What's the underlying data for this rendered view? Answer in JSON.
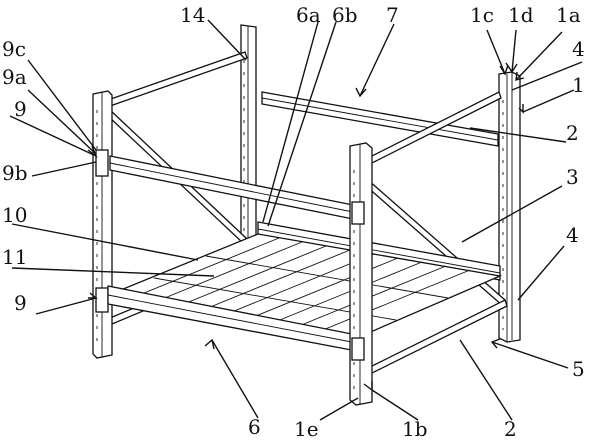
{
  "labels": {
    "l14": "14",
    "l6a": "6a",
    "l6b": "6b",
    "l7": "7",
    "l1c": "1c",
    "l1d": "1d",
    "l1a": "1a",
    "l4a": "4",
    "l1": "1",
    "l2a": "2",
    "l3": "3",
    "l4b": "4",
    "l5": "5",
    "l2b": "2",
    "l1b": "1b",
    "l1e": "1e",
    "l6": "6",
    "l9c": "9c",
    "l9a": "9a",
    "l9a_top": "9",
    "l9b": "9b",
    "l10": "10",
    "l11": "11",
    "l9_low": "9"
  }
}
